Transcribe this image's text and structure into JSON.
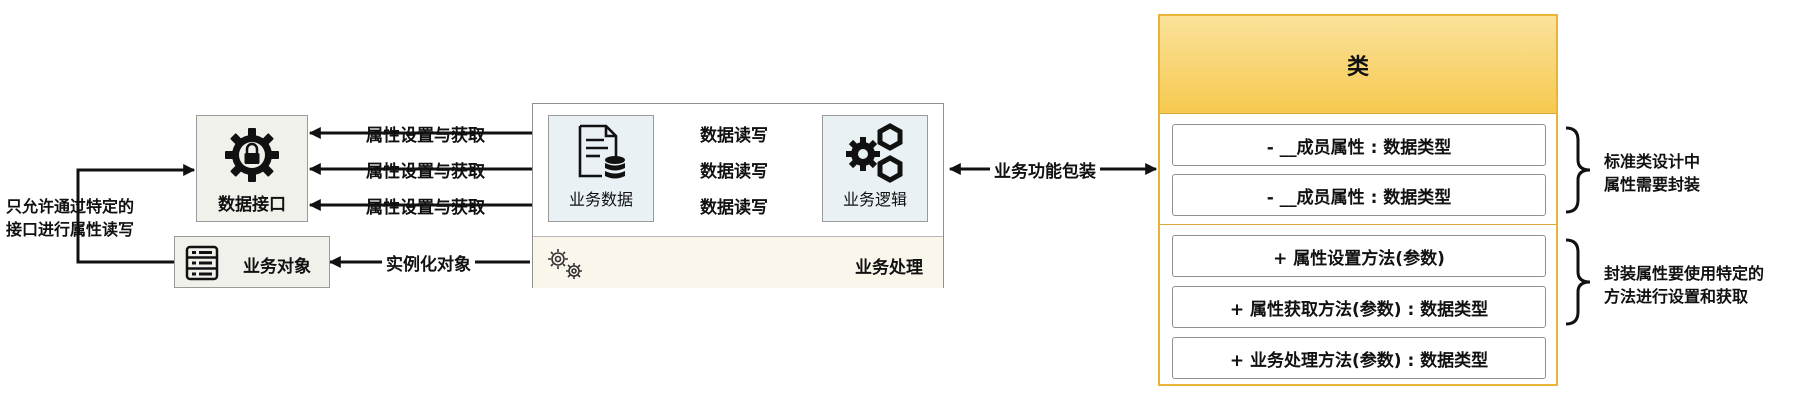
{
  "left_note": {
    "line1": "只允许通过特定的",
    "line2": "接口进行属性读写"
  },
  "data_interface": {
    "label": "数据接口",
    "icon": "gear-lock-icon"
  },
  "business_object": {
    "label": "业务对象",
    "icon": "server-icon"
  },
  "instantiate_label": "实例化对象",
  "property_set_get_labels": [
    "属性设置与获取",
    "属性设置与获取",
    "属性设置与获取"
  ],
  "processing": {
    "business_data": {
      "label": "业务数据",
      "icon": "document-database-icon"
    },
    "business_logic": {
      "label": "业务逻辑",
      "icon": "gears-icon"
    },
    "read_write_labels": [
      "数据读写",
      "数据读写",
      "数据读写"
    ],
    "footer_label": "业务处理",
    "footer_icon": "cogs-outline-icon"
  },
  "wrap_label": "业务功能包装",
  "class_box": {
    "title": "类",
    "members": [
      "- __成员属性 : 数据类型",
      "- __成员属性 : 数据类型"
    ],
    "methods": [
      "+ 属性设置方法(参数)",
      "+ 属性获取方法(参数) : 数据类型",
      "+ 业务处理方法(参数) : 数据类型"
    ],
    "header_color": "#f6c94f",
    "border_color": "#e8b53a"
  },
  "right_notes": {
    "members_note": {
      "line1": "标准类设计中",
      "line2": "属性需要封装"
    },
    "methods_note": {
      "line1": "封装属性要使用特定的",
      "line2": "方法进行设置和获取"
    }
  }
}
